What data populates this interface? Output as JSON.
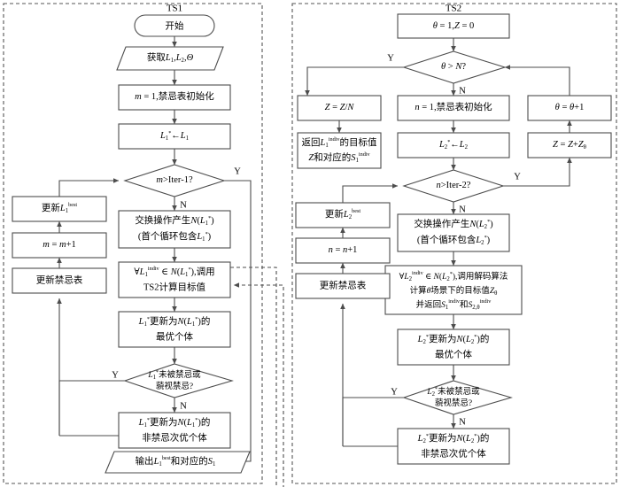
{
  "figure": {
    "type": "flowchart",
    "description": "Two-panel tabu search algorithm flowchart (TS1 and TS2)",
    "panels": [
      {
        "id": "ts1",
        "title": "TS1",
        "nodes": {
          "start": "开始",
          "input": "获取L1,L2,Θ",
          "init": "m = 1,禁忌表初始化",
          "assign": "L1*←L1",
          "cond_iter": "m>Iter-1?",
          "neighborhood_l1": "交换操作产生N(L1*)",
          "neighborhood_l2": "(首个循环包含L1*)",
          "callts2_l1": "∀L1indiv ∈ N(L1*),调用",
          "callts2_l2": "TS2计算目标值",
          "update_best_l1": "L1*更新为N(L1*)的",
          "update_best_l2": "最优个体",
          "cond_tabu_l1": "L1*未被禁忌或",
          "cond_tabu_l2": "藐视禁忌?",
          "second_best_l1": "L1*更新为N(L1*)的",
          "second_best_l2": "非禁忌次优个体",
          "update_lbest": "更新L1best",
          "increment": "m = m+1",
          "update_tabu": "更新禁忌表",
          "output": "输出L1best和对应的S1"
        },
        "labels": {
          "iter_yes": "Y",
          "iter_no": "N",
          "tabu_yes": "Y",
          "tabu_no": "N"
        }
      },
      {
        "id": "ts2",
        "title": "TS2",
        "nodes": {
          "init_theta": "θ = 1,Z = 0",
          "cond_theta": "θ > N?",
          "avg": "Z = Z/N",
          "return_l1": "返回L1indiv的目标值",
          "return_l2": "Z和对应的S1indiv",
          "init_n": "n = 1,禁忌表初始化",
          "assign": "L2*←L2",
          "theta_inc": "θ = θ+1",
          "z_accum": "Z = Z+Zθ",
          "cond_iter": "n>Iter-2?",
          "neighborhood_l1": "交换操作产生N(L2*)",
          "neighborhood_l2": "(首个循环包含L2*)",
          "decode_l1": "∀L2indiv ∈ N(L2*),调用解码算法",
          "decode_l2": "计算θ场景下的目标值Zθ",
          "decode_l3": "并返回S1indiv和S2,θindiv",
          "update_best_l1": "L2*更新为N(L2*)的",
          "update_best_l2": "最优个体",
          "cond_tabu_l1": "L2*未被禁忌或",
          "cond_tabu_l2": "藐视禁忌?",
          "second_best_l1": "L2*更新为N(L2*)的",
          "second_best_l2": "非禁忌次优个体",
          "update_lbest": "更新L2best",
          "increment": "n = n+1",
          "update_tabu": "更新禁忌表"
        },
        "labels": {
          "theta_yes": "Y",
          "theta_no": "N",
          "iter_yes": "Y",
          "iter_no": "N",
          "tabu_yes": "Y",
          "tabu_no": "N"
        }
      }
    ],
    "colors": {
      "stroke": "#4d4d4d",
      "panel_border": "#555555",
      "background": "#ffffff",
      "text": "#000000"
    }
  }
}
